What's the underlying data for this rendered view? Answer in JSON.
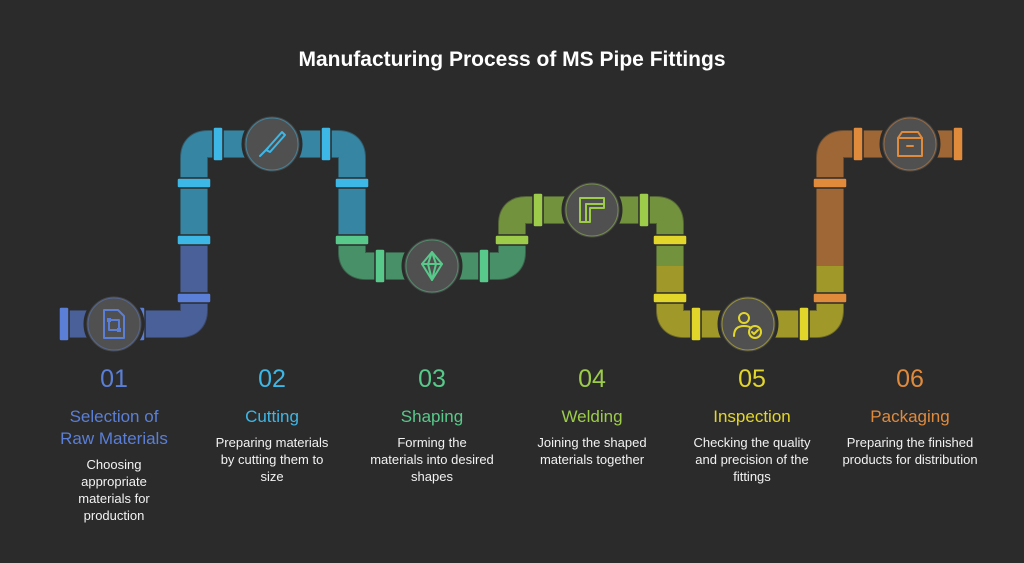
{
  "title": "Manufacturing Process of MS Pipe Fittings",
  "colors": {
    "background": "#2b2b2b",
    "blue": "#5b7fd6",
    "cyan": "#3db7e6",
    "green": "#58c98a",
    "lime": "#9ccc4a",
    "yellow": "#e3d62a",
    "orange": "#e08a3c"
  },
  "steps": [
    {
      "number": "01",
      "title": "Selection of Raw Materials",
      "description": "Choosing appropriate materials for production",
      "color": "#5b7fd6",
      "icon": "document-icon"
    },
    {
      "number": "02",
      "title": "Cutting",
      "description": "Preparing materials by cutting them to size",
      "color": "#3db7e6",
      "icon": "knife-icon"
    },
    {
      "number": "03",
      "title": "Shaping",
      "description": "Forming the materials into desired shapes",
      "color": "#58c98a",
      "icon": "diamond-icon"
    },
    {
      "number": "04",
      "title": "Welding",
      "description": "Joining the shaped materials together",
      "color": "#9ccc4a",
      "icon": "pipe-fitting-icon"
    },
    {
      "number": "05",
      "title": "Inspection",
      "description": "Checking the quality and precision of the fittings",
      "color": "#e3d62a",
      "icon": "user-check-icon"
    },
    {
      "number": "06",
      "title": "Packaging",
      "description": "Preparing the finished products for distribution",
      "color": "#e08a3c",
      "icon": "box-icon"
    }
  ]
}
